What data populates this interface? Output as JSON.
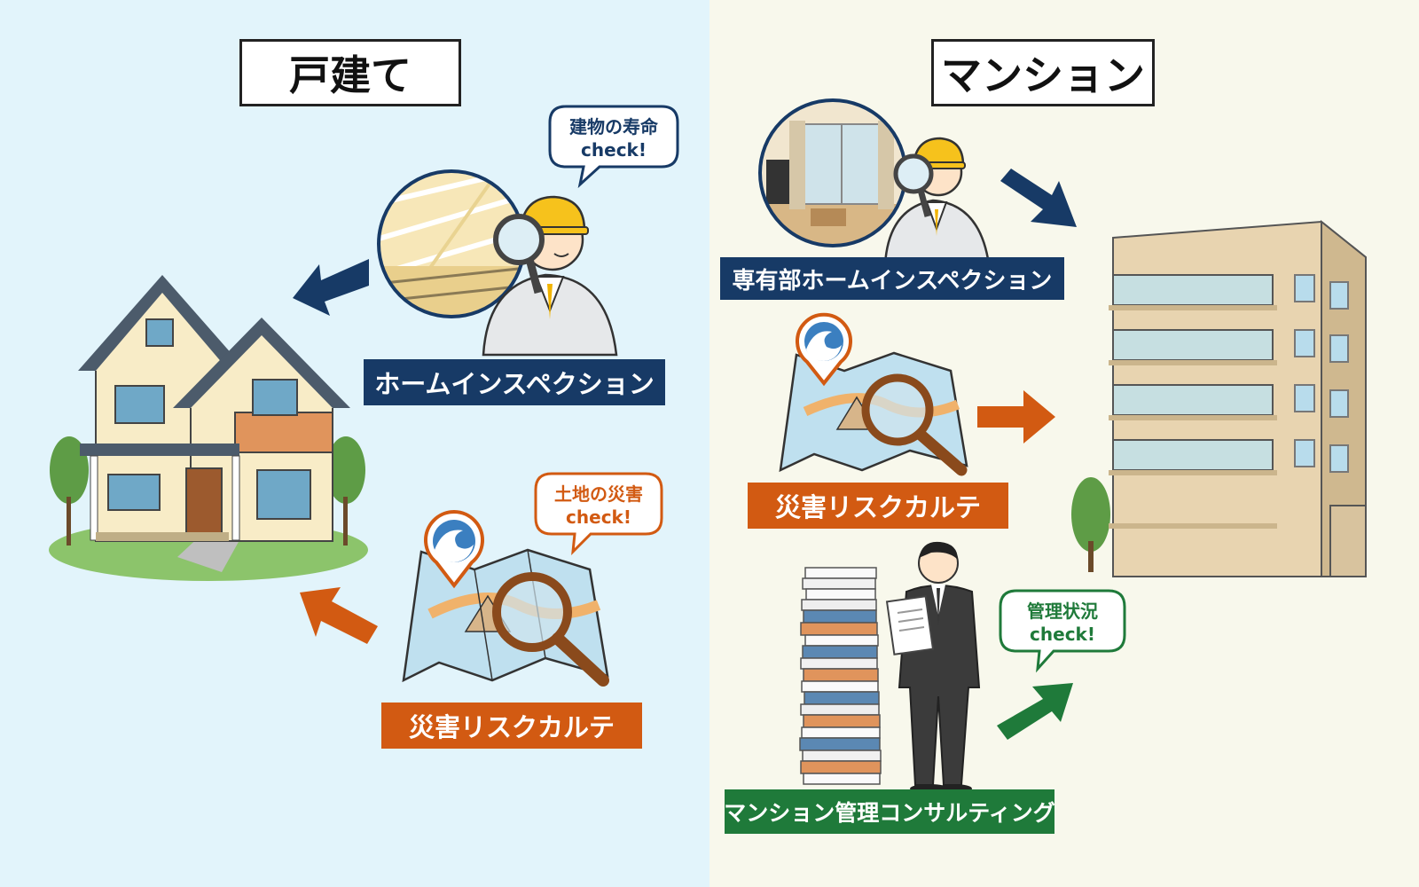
{
  "left": {
    "title": "戸建て",
    "inspection_label": "ホームインスペクション",
    "inspection_bubble": [
      "建物の寿命",
      "check!"
    ],
    "hazard_label": "災害リスクカルテ",
    "hazard_bubble": [
      "土地の災害",
      "check!"
    ]
  },
  "right": {
    "title": "マンション",
    "inspection_label": "専有部ホームインスペクション",
    "hazard_label": "災害リスクカルテ",
    "consulting_label": "マンション管理コンサルティング",
    "consulting_bubble": [
      "管理状況",
      "check!"
    ]
  },
  "colors": {
    "navy": "#173a66",
    "orange": "#d25a12",
    "green": "#1f7a3a",
    "left_bg": "#e2f4fb",
    "right_bg": "#f8f8ec"
  },
  "icons": [
    "house-illustration",
    "inspector-illustration",
    "hazard-map-icon",
    "wave-pin-icon",
    "apartment-building-illustration",
    "businessman-illustration",
    "document-stack-icon",
    "arrow-icon"
  ]
}
